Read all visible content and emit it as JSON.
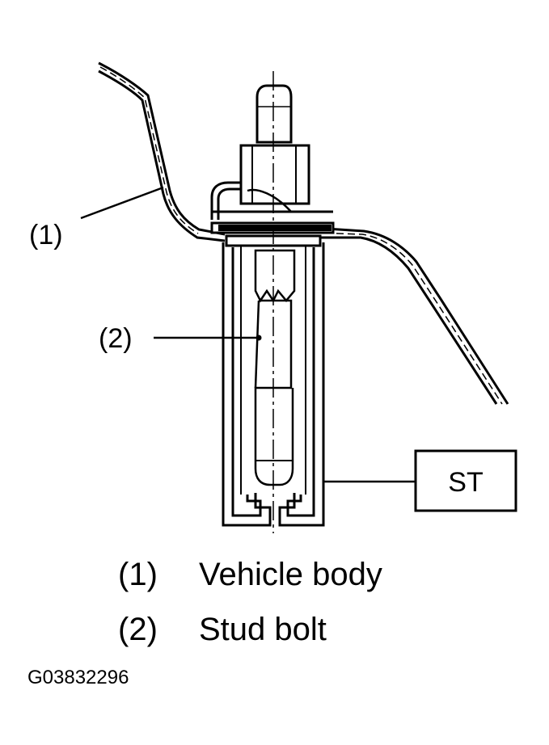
{
  "callouts": {
    "vehicle_body": "(1)",
    "stud_bolt": "(2)"
  },
  "tool_label": "ST",
  "legend": [
    {
      "number": "(1)",
      "text": "Vehicle body"
    },
    {
      "number": "(2)",
      "text": "Stud bolt"
    }
  ],
  "figure_id": "G03832296"
}
